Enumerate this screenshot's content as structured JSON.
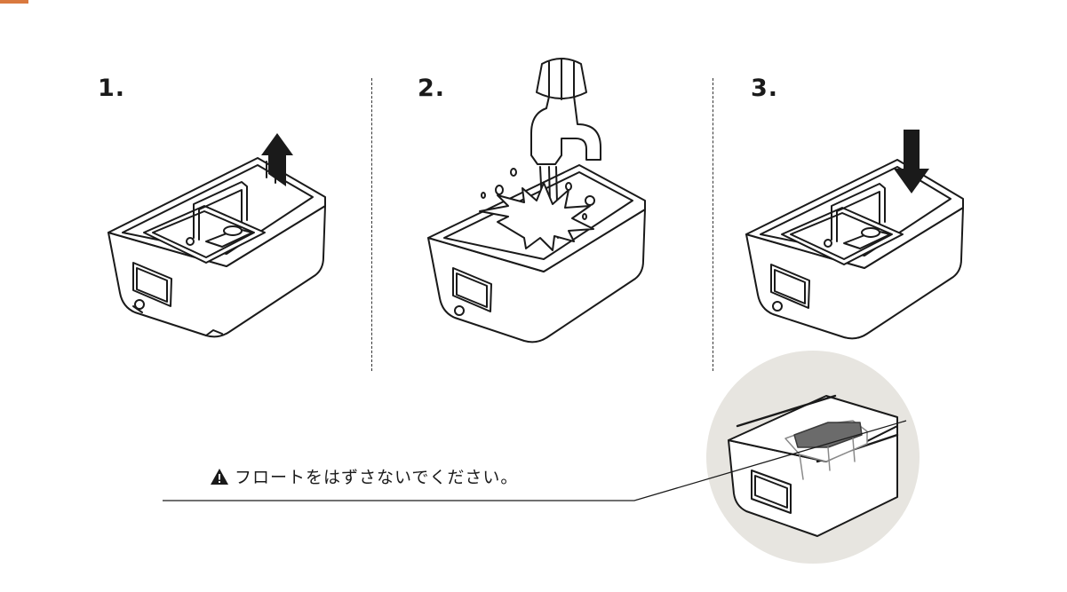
{
  "steps": [
    {
      "number": "1."
    },
    {
      "number": "2."
    },
    {
      "number": "3."
    }
  ],
  "warning": {
    "icon": "warning-triangle-icon",
    "text": "フロートをはずさないでください。"
  },
  "colors": {
    "line": "#1a1a1a",
    "accent": "#d9793f",
    "detail_bg": "#e7e5e0",
    "float_part": "#6b6b6b"
  }
}
